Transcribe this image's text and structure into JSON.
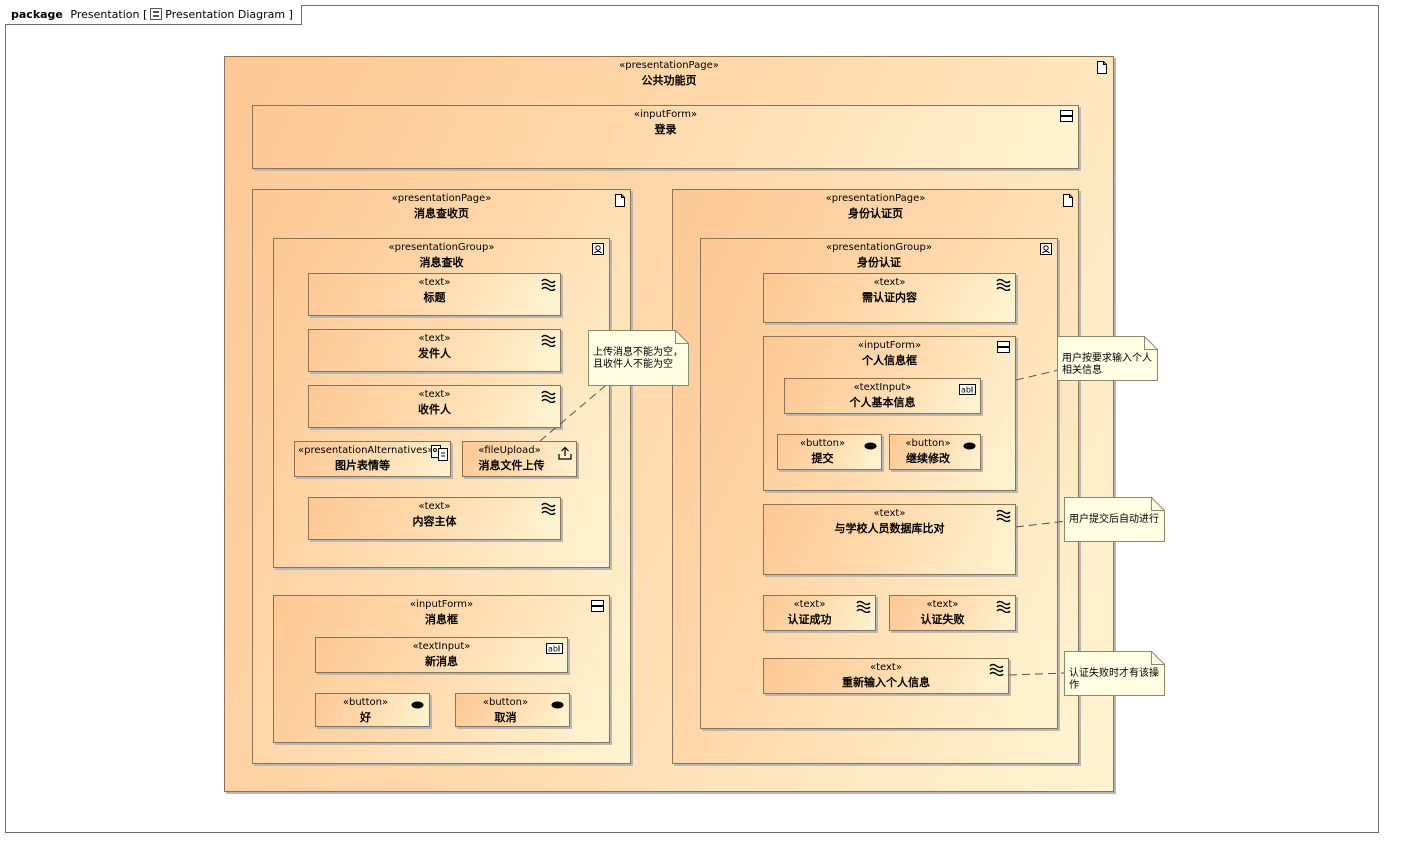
{
  "frame": {
    "keyword": "package",
    "name": "Presentation",
    "diagram_name": "Presentation Diagram"
  },
  "colors": {
    "box_start": "#fdc895",
    "box_end": "#fff4d2",
    "note_fill": "#fffee2",
    "border": "#8a7355"
  },
  "root": {
    "stereotype": "«presentationPage»",
    "name": "公共功能页"
  },
  "login": {
    "stereotype": "«inputForm»",
    "name": "登录"
  },
  "msg_page": {
    "stereotype": "«presentationPage»",
    "name": "消息查收页",
    "group": {
      "stereotype": "«presentationGroup»",
      "name": "消息查收",
      "title": {
        "stereotype": "«text»",
        "name": "标题"
      },
      "sender": {
        "stereotype": "«text»",
        "name": "发件人"
      },
      "receiver": {
        "stereotype": "«text»",
        "name": "收件人"
      },
      "alts": {
        "stereotype": "«presentationAlternatives»",
        "name": "图片表情等"
      },
      "upload": {
        "stereotype": "«fileUpload»",
        "name": "消息文件上传"
      },
      "body": {
        "stereotype": "«text»",
        "name": "内容主体"
      }
    },
    "form": {
      "stereotype": "«inputForm»",
      "name": "消息框",
      "input": {
        "stereotype": "«textInput»",
        "name": "新消息"
      },
      "ok": {
        "stereotype": "«button»",
        "name": "好"
      },
      "cancel": {
        "stereotype": "«button»",
        "name": "取消"
      }
    }
  },
  "id_page": {
    "stereotype": "«presentationPage»",
    "name": "身份认证页",
    "group": {
      "stereotype": "«presentationGroup»",
      "name": "身份认证",
      "content": {
        "stereotype": "«text»",
        "name": "需认证内容"
      },
      "info_form": {
        "stereotype": "«inputForm»",
        "name": "个人信息框",
        "basic": {
          "stereotype": "«textInput»",
          "name": "个人基本信息"
        },
        "submit": {
          "stereotype": "«button»",
          "name": "提交"
        },
        "continue": {
          "stereotype": "«button»",
          "name": "继续修改"
        }
      },
      "compare": {
        "stereotype": "«text»",
        "name": "与学校人员数据库比对"
      },
      "success": {
        "stereotype": "«text»",
        "name": "认证成功"
      },
      "fail": {
        "stereotype": "«text»",
        "name": "认证失败"
      },
      "reenter": {
        "stereotype": "«text»",
        "name": "重新输入个人信息"
      }
    }
  },
  "notes": {
    "upload_note": "上传消息不能为空，且收件人不能为空",
    "info_note": "用户按要求输入个人相关信息",
    "compare_note": "用户提交后自动进行",
    "fail_note": "认证失败时才有该操作"
  }
}
